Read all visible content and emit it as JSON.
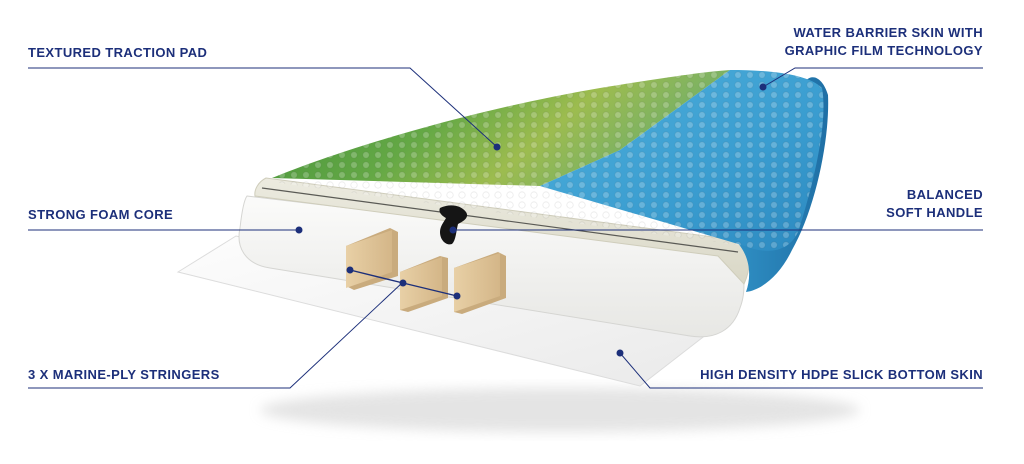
{
  "colors": {
    "label_text": "#1c2f7a",
    "leader_line": "#1c2f7a",
    "deck_blue": "#3c9fd0",
    "deck_green": "#4f9a3e",
    "foam_core": "#f4f4f2",
    "stringer_wood": "#e2c79c",
    "handle": "#151515"
  },
  "labels": {
    "traction_pad": "TEXTURED TRACTION PAD",
    "water_barrier_line1": "WATER BARRIER SKIN WITH",
    "water_barrier_line2": "GRAPHIC FILM TECHNOLOGY",
    "foam_core": "STRONG FOAM CORE",
    "handle_line1": "BALANCED",
    "handle_line2": "SOFT HANDLE",
    "stringers": "3 X MARINE-PLY STRINGERS",
    "bottom_skin": "HIGH DENSITY HDPE SLICK BOTTOM SKIN"
  }
}
